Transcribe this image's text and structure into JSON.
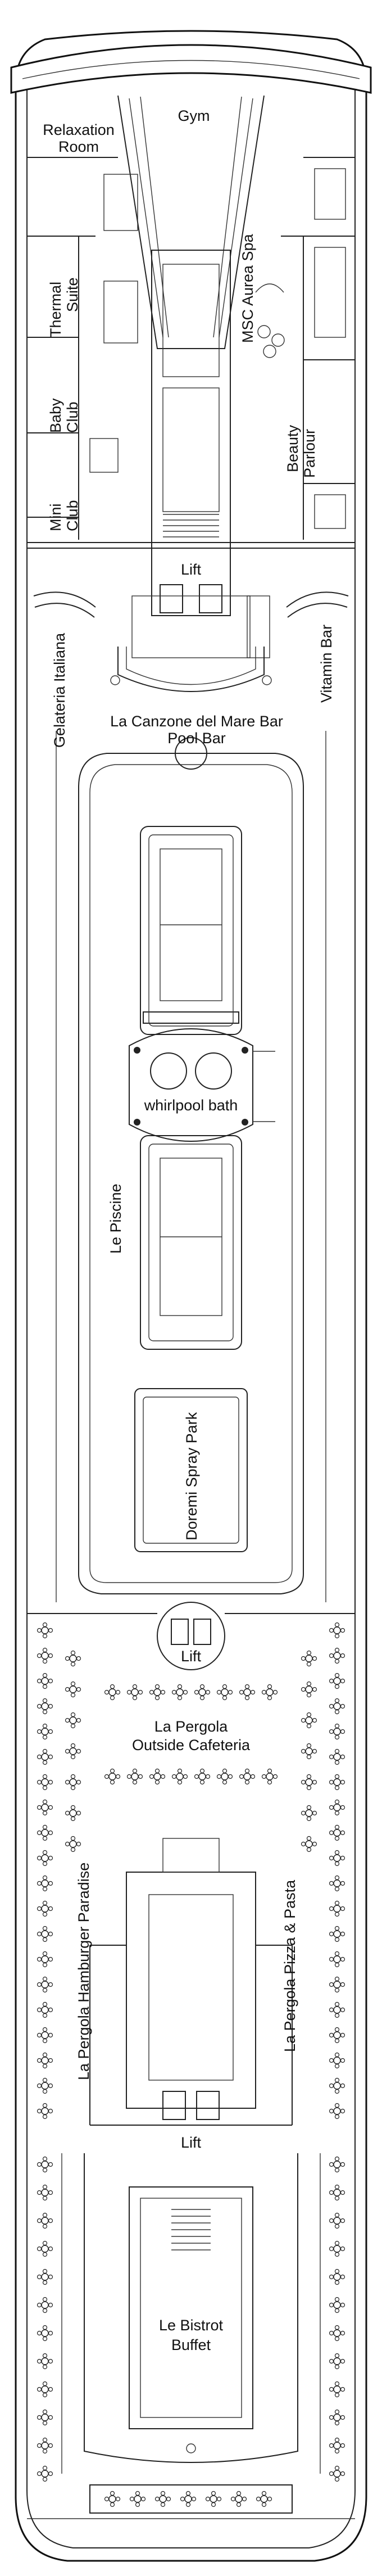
{
  "labels": {
    "gym": "Gym",
    "relaxation_room": "Relaxation Room",
    "msc_aurea_spa": "MSC Aurea Spa",
    "thermal_suite": "Thermal Suite",
    "baby_club": "Baby Club",
    "beauty_parlour": "Beauty Parlour",
    "mini_club": "Mini Club",
    "lift_fwd": "Lift",
    "gelateria_italiana": "Gelateria Italiana",
    "vitamin_bar": "Vitamin Bar",
    "la_canzone_del_mare_bar": "La Canzone del Mare Bar",
    "pool_bar": "Pool Bar",
    "whirlpool_bath": "whirlpool bath",
    "le_piscine": "Le Piscine",
    "doremi_spray_park": "Doremi Spray Park",
    "lift_mid": "Lift",
    "la_pergola": "La Pergola",
    "outside_cafeteria": "Outside Cafeteria",
    "la_pergola_hamburger_paradise": "La Pergola Hamburger Paradise",
    "la_pergola_pizza_pasta": "La Pergola Pizza & Pasta",
    "lift_aft": "Lift",
    "le_bistrot": "Le Bistrot",
    "buffet": "Buffet"
  },
  "colors": {
    "line": "#222222",
    "background": "#ffffff"
  }
}
